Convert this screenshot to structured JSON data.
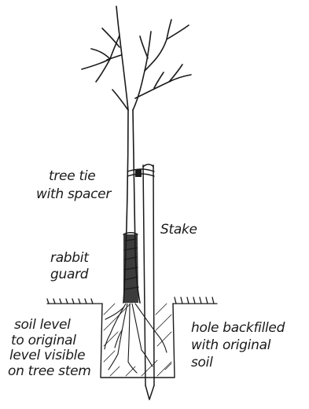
{
  "labels": {
    "tree_tie": [
      "tree tie",
      "with spacer"
    ],
    "stake": "Stake",
    "rabbit_guard": [
      "rabbit",
      "guard"
    ],
    "soil_level": [
      "soil level",
      "to original",
      "level visible",
      "on tree stem"
    ],
    "hole_backfilled": [
      "hole backfilled",
      "with original",
      "soil"
    ]
  },
  "colors": {
    "ink": "#1a1a1a",
    "paper": "#ffffff"
  }
}
